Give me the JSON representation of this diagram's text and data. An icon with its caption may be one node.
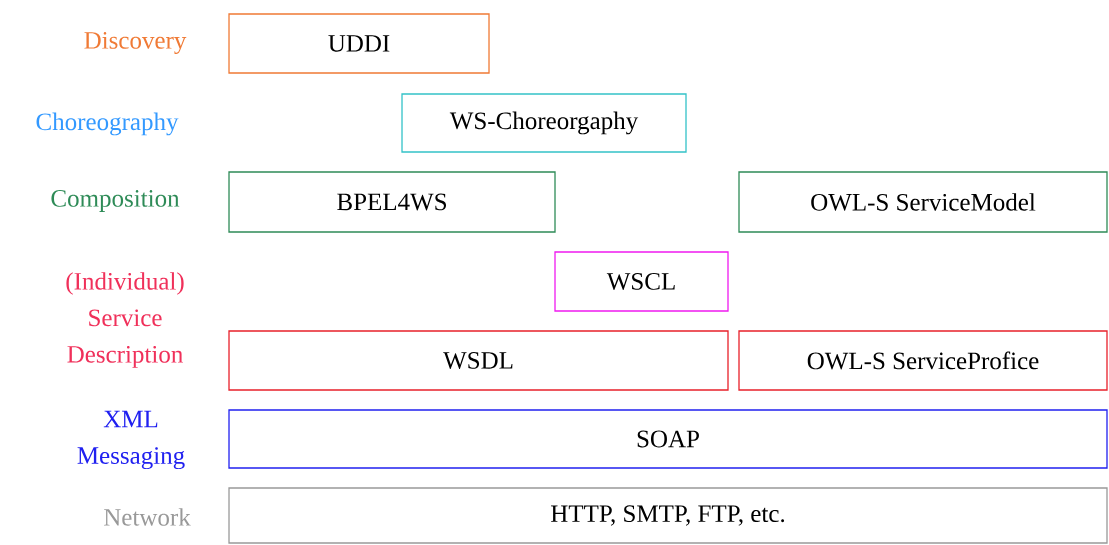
{
  "diagram": {
    "nodes": [
      {
        "text": [
          "UDDI"
        ]
      },
      {
        "text": [
          "WS-Choreorgaphy"
        ]
      },
      {
        "text": [
          "BPEL4WS"
        ]
      },
      {
        "text": [
          "OWL-S ServiceModel"
        ]
      },
      {
        "text": [
          "WSCL"
        ]
      },
      {
        "text": [
          "WSDL"
        ]
      },
      {
        "text": [
          "OWL-S ServiceProfice"
        ]
      },
      {
        "text": [
          "SOAP"
        ]
      },
      {
        "text": [
          "HTTP, SMTP, FTP, etc."
        ]
      }
    ],
    "labels": [
      "Discovery",
      "Choreography",
      "Composition",
      "(Individual) Service Description",
      "XML Messaging",
      "Network"
    ]
  }
}
